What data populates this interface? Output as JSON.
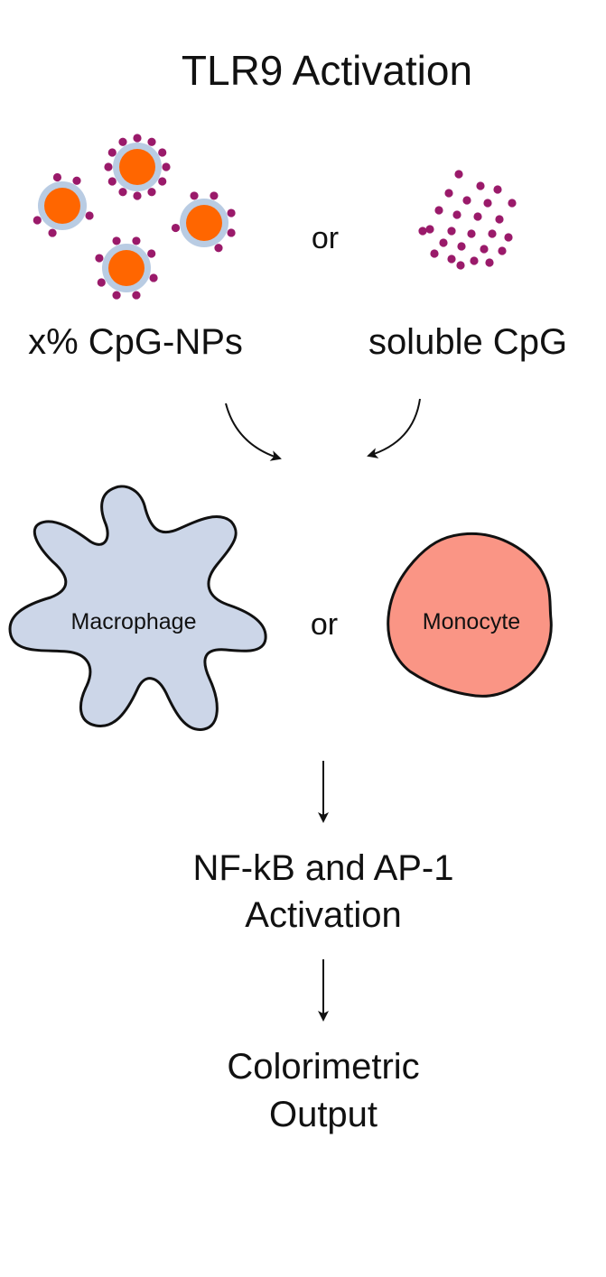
{
  "title": "TLR9 Activation",
  "inputs": {
    "left_label": "x% CpG-NPs",
    "right_label": "soluble CpG",
    "connector": "or"
  },
  "cells": {
    "left_label": "Macrophage",
    "right_label": "Monocyte",
    "connector": "or"
  },
  "steps": {
    "activation_line1": "NF-kB and AP-1",
    "activation_line2": "Activation",
    "output_line1": "Colorimetric",
    "output_line2": "Output"
  },
  "colors": {
    "nanoparticle_core": "#ff6600",
    "nanoparticle_shell": "#b9cce3",
    "cpg": "#9a1a6a",
    "macrophage_fill": "#ccd6e8",
    "monocyte_fill": "#fa9585",
    "line": "#111111"
  }
}
